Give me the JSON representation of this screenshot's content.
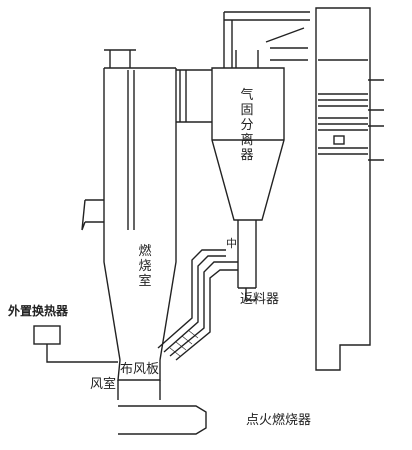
{
  "labels": {
    "cyclone_separator": "气固分离器",
    "combustion_chamber": "燃烧室",
    "loop_seal": "返料器",
    "external_heat_exchanger": "外置换热器",
    "distributor_plate": "布风板",
    "wind_box": "风室",
    "ignition_burner": "点火燃烧器",
    "valve_mark": "中"
  }
}
